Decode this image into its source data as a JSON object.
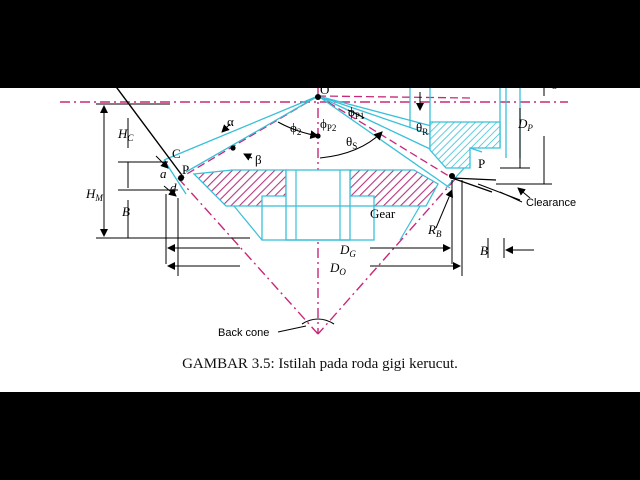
{
  "figure": {
    "caption": "GAMBAR 3.5: Istilah pada roda gigi kerucut.",
    "labels": {
      "O": "O",
      "C": "C",
      "P_left": "P",
      "P_right": "P",
      "alpha": "α",
      "beta": "β",
      "phi2": "ϕ",
      "phi2_sub": "2",
      "phiP1": "ϕ",
      "phiP1_sub": "P1",
      "phiP2": "ϕ",
      "phiP2_sub": "P2",
      "thetaS": "θ",
      "thetaS_sub": "S",
      "thetaR": "θ",
      "thetaR_sub": "R",
      "HC": "H",
      "HC_sub": "C",
      "HM": "H",
      "HM_sub": "M",
      "B_left": "B",
      "B_right": "B",
      "a": "a",
      "d": "d",
      "DG": "D",
      "DG_sub": "G",
      "DO": "D",
      "DO_sub": "O",
      "DO_top": "D",
      "DO_top_sub": "O",
      "DP": "D",
      "DP_sub": "P",
      "RB": "R",
      "RB_sub": "B",
      "gear": "Gear",
      "clearance": "Clearance",
      "back_cone": "Back cone"
    },
    "colors": {
      "outline": "#38c0d8",
      "center_line": "#c8287a",
      "hatch": "#b5387f",
      "dimension": "#000000",
      "caption": "#111111"
    }
  }
}
